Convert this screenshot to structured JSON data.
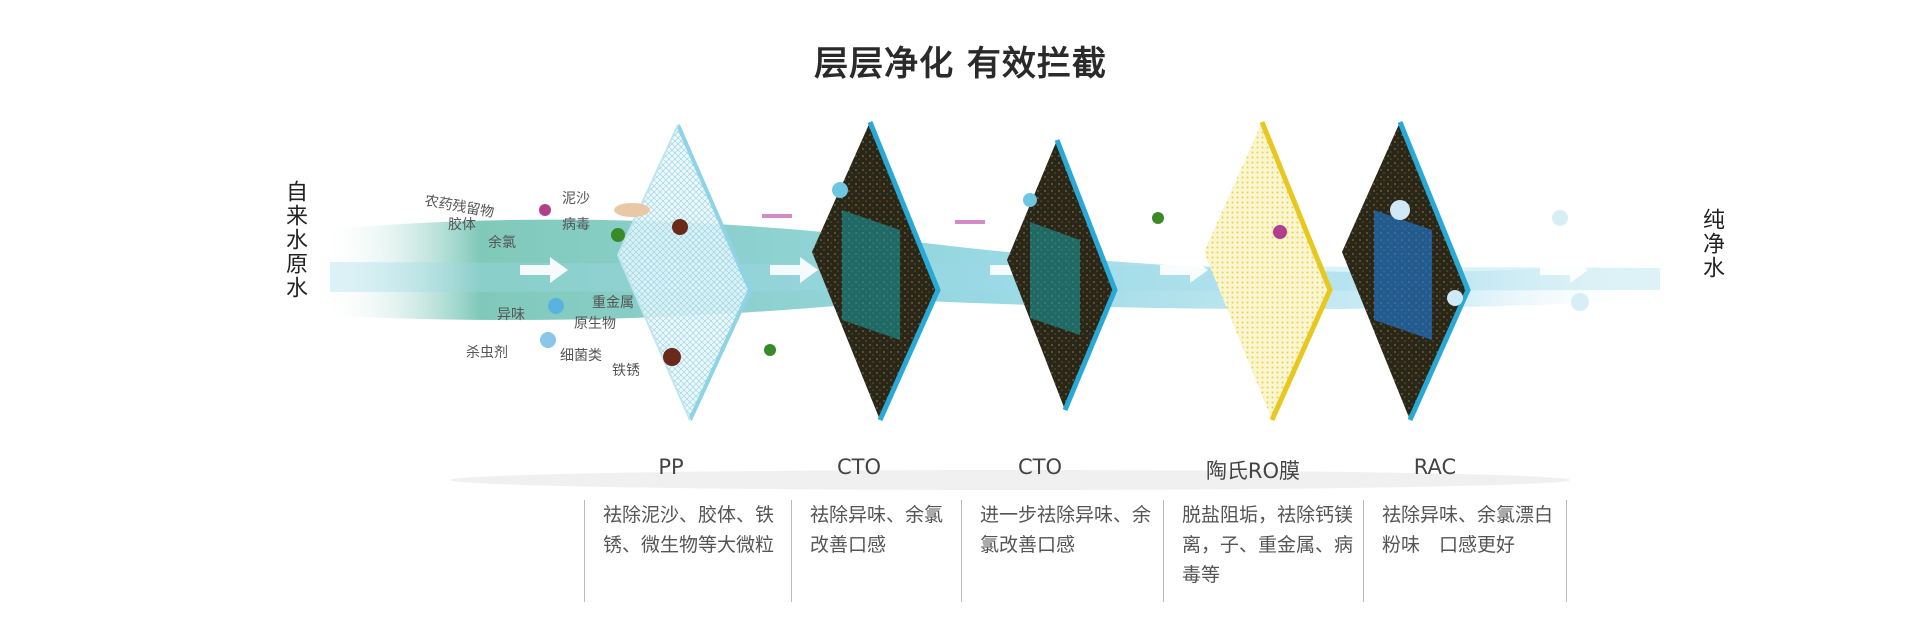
{
  "title": "层层净化  有效拦截",
  "left_label": "自来水原水",
  "right_label": "纯净水",
  "particles": [
    "农药残留物",
    "泥沙",
    "胶体",
    "病毒",
    "余氯",
    "异味",
    "重金属",
    "原生物",
    "杀虫剂",
    "细菌类",
    "铁锈"
  ],
  "stages": [
    {
      "name": "PP",
      "desc": "祛除泥沙、胶体、铁锈、微生物等大微粒"
    },
    {
      "name": "CTO",
      "desc": "祛除异味、余氯　改善口感"
    },
    {
      "name": "CTO",
      "desc": "进一步祛除异味、余氯改善口感"
    },
    {
      "name": "陶氏RO膜",
      "desc": "脱盐阻垢，祛除钙镁离，子、重金属、病毒等"
    },
    {
      "name": "RAC",
      "desc": "祛除异味、余氯漂白粉味　口感更好"
    }
  ],
  "colors": {
    "water": "#7ecfdc",
    "pp": "#bfe6ef",
    "carbon": "#2b2718",
    "ro": "#f3e27a",
    "edge": "#29a9d6",
    "ro_edge": "#e8c81e"
  }
}
